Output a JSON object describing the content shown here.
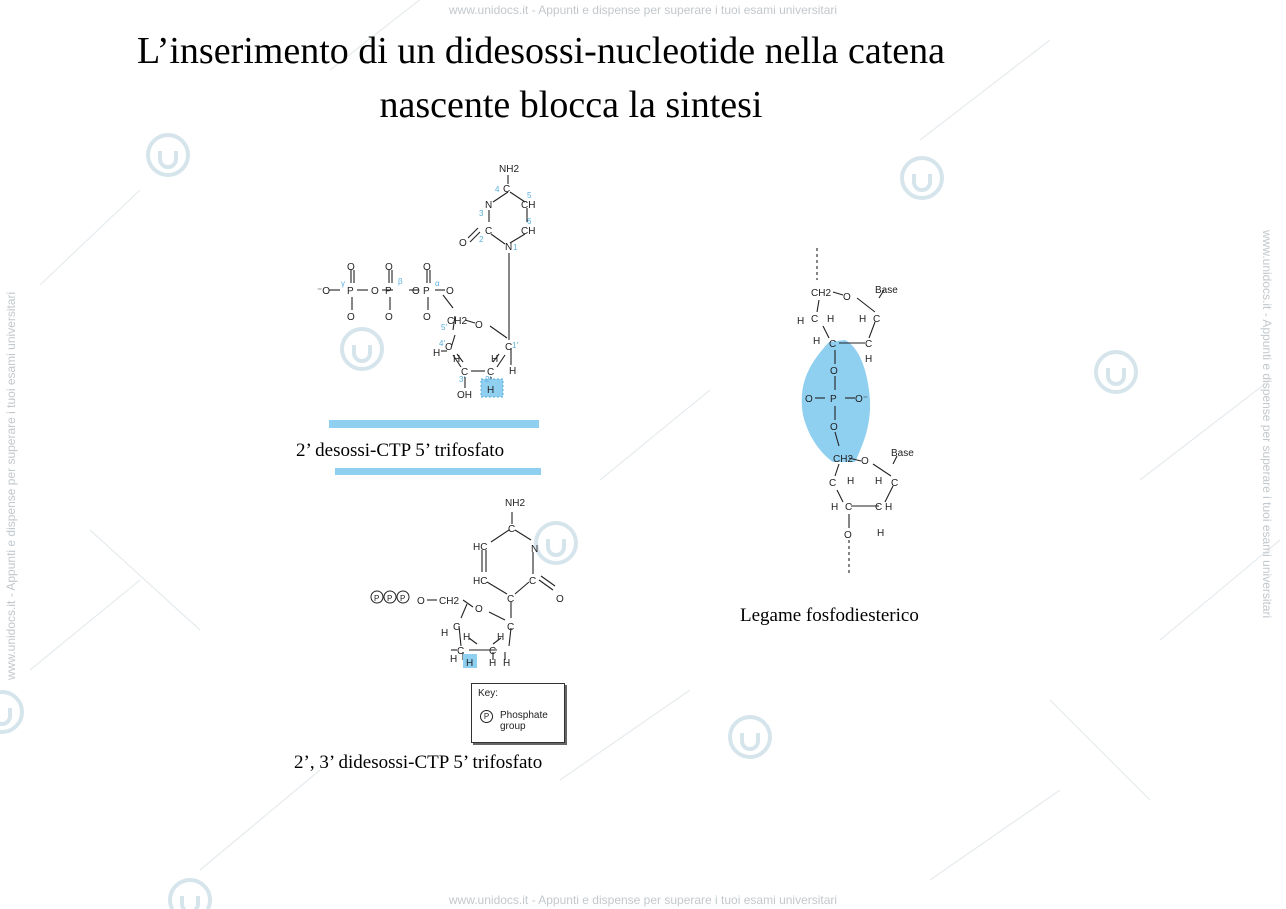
{
  "title": {
    "line1": "L’inserimento di un didesossi-nucleotide nella catena",
    "line2": "nascente blocca la sintesi"
  },
  "watermark": {
    "banner": "www.unidocs.it - Appunti e dispense per superare i tuoi esami universitari",
    "side": "www.unidocs.it - Appunti e dispense per superare i tuoi esami universitari",
    "logo_icon": "unidocs-logo-icon"
  },
  "colors": {
    "highlight": "#8fcff0",
    "blue_label": "#5aaedb",
    "bar": "#8fcff0"
  },
  "dctp": {
    "caption": "2’ desossi-CTP 5’ trifosfato",
    "nh2": "NH2",
    "atoms": {
      "n3": "N",
      "c4": "C",
      "c5": "CH",
      "c6": "CH",
      "n1": "N",
      "c2": "C",
      "o": "O"
    },
    "phosphates": {
      "p": "P",
      "o": "O",
      "minus": "⁻O"
    },
    "greek": {
      "gamma": "γ",
      "beta": "β",
      "alpha": "α"
    },
    "sugar": {
      "ch2": "CH2",
      "ring_o": "O",
      "c": "C",
      "h": "H",
      "oh": "OH",
      "h2": "H"
    },
    "positions": [
      "1′",
      "2′",
      "3′",
      "4′",
      "5′",
      "1",
      "2",
      "3",
      "4",
      "5",
      "6"
    ]
  },
  "ddctp": {
    "caption": "2’, 3’ didesossi-CTP 5’ trifosfato",
    "nh2": "NH2",
    "ppp": [
      "P",
      "P",
      "P"
    ],
    "atoms": {
      "hc1": "HC",
      "hc2": "HC",
      "c": "C",
      "n": "N",
      "o": "O"
    },
    "sugar": {
      "ch2": "CH2",
      "ring_o": "O",
      "o5": "O",
      "c": "C",
      "h": "H"
    },
    "key": {
      "title": "Key:",
      "p": "P",
      "label1": "Phosphate",
      "label2": "group"
    }
  },
  "phosphodiester": {
    "caption": "Legame fosfodiesterico",
    "base_top": "Base",
    "base_bottom": "Base",
    "labels": {
      "ch2": "CH2",
      "o": "O",
      "p": "P",
      "c": "C",
      "h": "H",
      "o_minus": "O⁻"
    }
  }
}
